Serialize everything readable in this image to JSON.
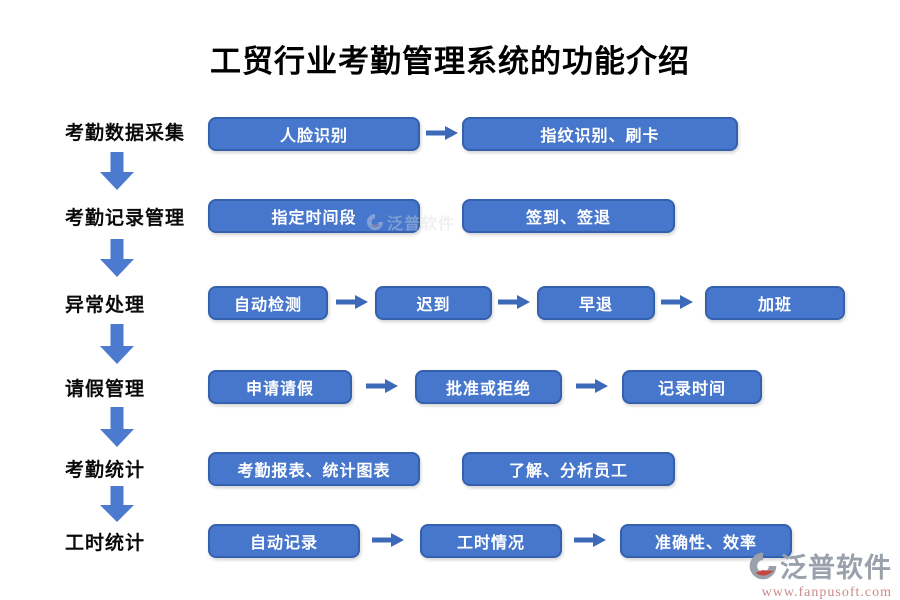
{
  "title": "工贸行业考勤管理系统的功能介绍",
  "rows": [
    {
      "label": "考勤数据采集",
      "boxes": [
        "人脸识别",
        "指纹识别、刷卡"
      ]
    },
    {
      "label": "考勤记录管理",
      "boxes": [
        "指定时间段",
        "签到、签退"
      ]
    },
    {
      "label": "异常处理",
      "boxes": [
        "自动检测",
        "迟到",
        "早退",
        "加班"
      ]
    },
    {
      "label": "请假管理",
      "boxes": [
        "申请请假",
        "批准或拒绝",
        "记录时间"
      ]
    },
    {
      "label": "考勤统计",
      "boxes": [
        "考勤报表、统计图表",
        "了解、分析员工"
      ]
    },
    {
      "label": "工时统计",
      "boxes": [
        "自动记录",
        "工时情况",
        "准确性、效率"
      ]
    }
  ],
  "watermark": {
    "text": "泛普软件"
  },
  "footer_logo": {
    "brand": "泛普软件",
    "website": "www.fanpusoft.com"
  },
  "colors": {
    "box_fill": "#4777CC",
    "box_border": "#3560AD",
    "right_arrow": "#3C69B8",
    "down_arrow": "#4C7ACE",
    "title_text": "#000000",
    "box_text": "#FFFFFF",
    "brand_gray": "#9AA1AC",
    "brand_red": "#C4483F",
    "url_red": "#CC8888"
  }
}
